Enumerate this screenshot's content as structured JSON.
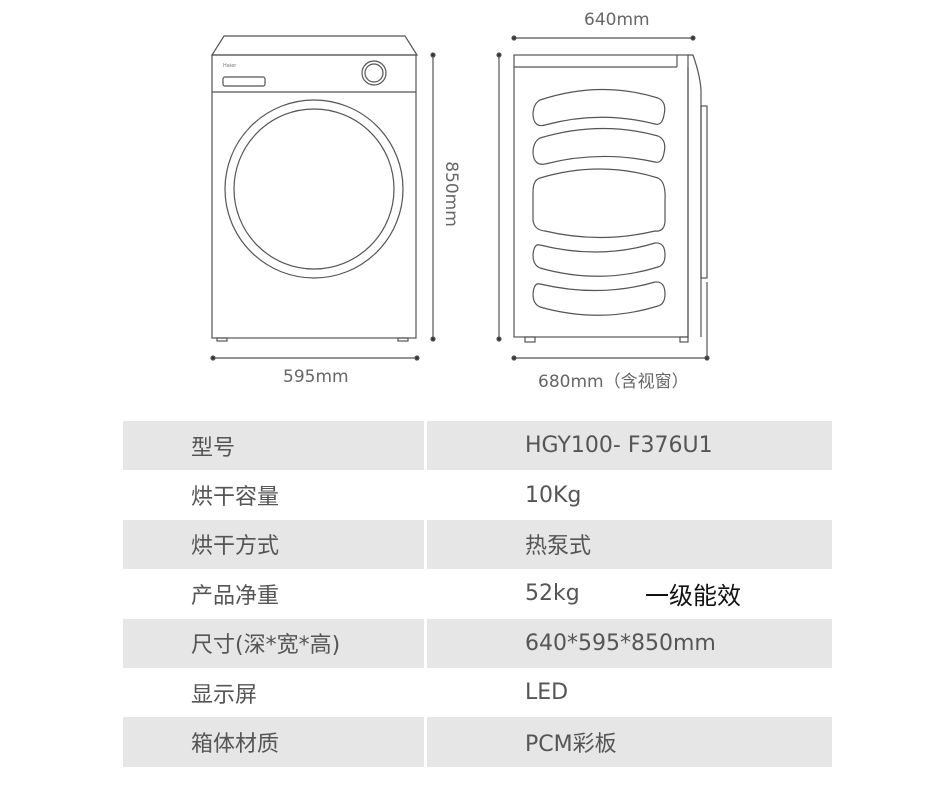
{
  "diagram": {
    "logo": "Haier",
    "front_width": "595mm",
    "front_height": "850mm",
    "side_depth": "640mm",
    "side_depth_with_window": "680mm（含视窗）"
  },
  "spec_table": {
    "rows": [
      {
        "label": "型号",
        "value": "HGY100- F376U1"
      },
      {
        "label": "烘干容量",
        "value": "10Kg"
      },
      {
        "label": "烘干方式",
        "value": "热泵式"
      },
      {
        "label": "产品净重",
        "value": "52kg"
      },
      {
        "label": "尺寸(深*宽*高)",
        "value": "640*595*850mm"
      },
      {
        "label": "显示屏",
        "value": "LED"
      },
      {
        "label": "箱体材质",
        "value": "PCM彩板"
      }
    ],
    "energy_badge": "一级能效"
  }
}
